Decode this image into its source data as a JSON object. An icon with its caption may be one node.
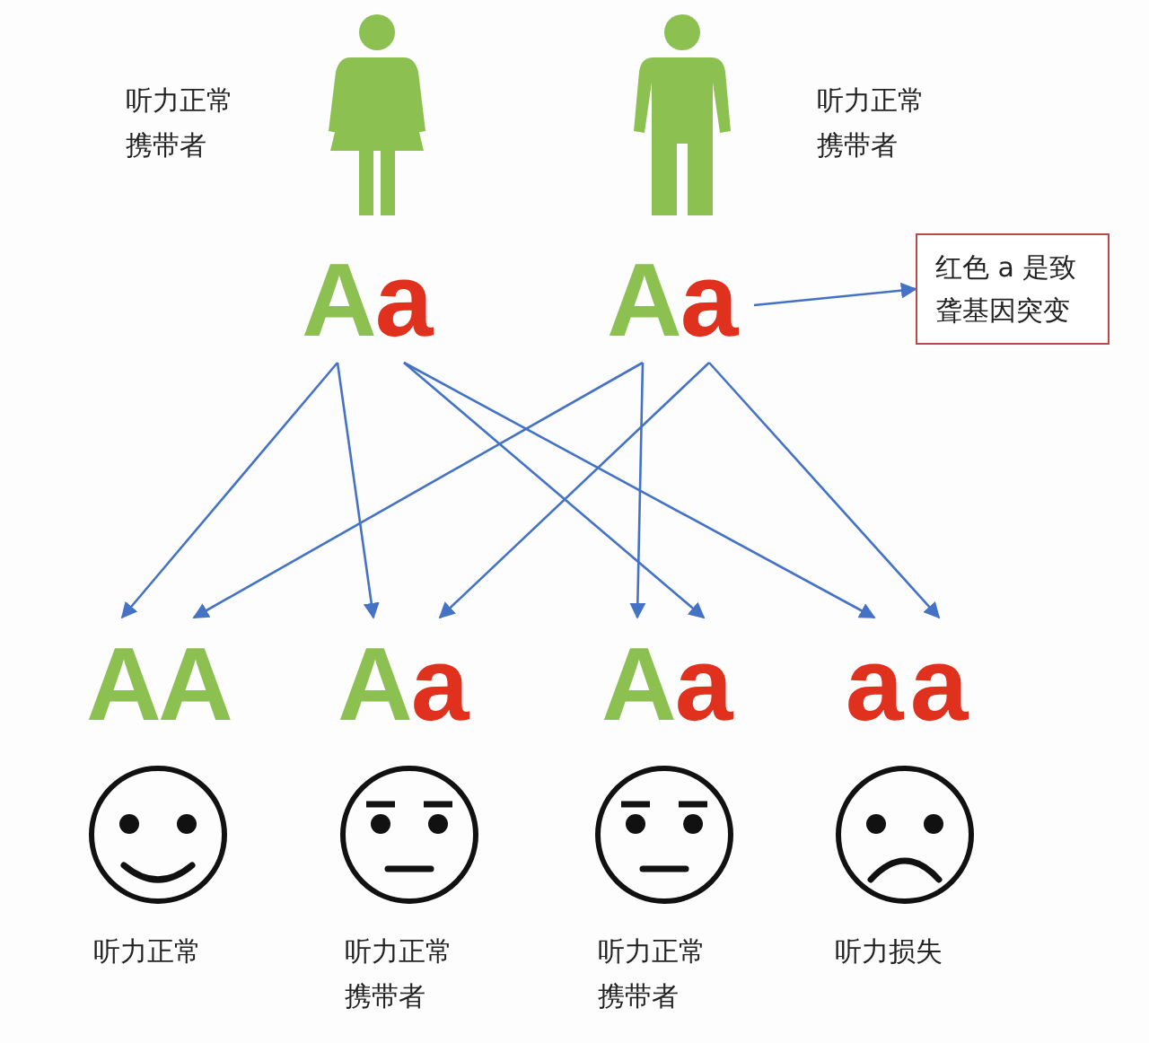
{
  "diagram": {
    "nodes": [
      {
        "text": [
          "A"
        ]
      },
      {
        "text": [
          "a"
        ]
      },
      {
        "text": [
          "A"
        ]
      },
      {
        "text": [
          "a"
        ]
      },
      {
        "text": [
          "红色 a 是致聋基因突变"
        ]
      },
      {
        "text": [
          "A"
        ]
      },
      {
        "text": [
          "A"
        ]
      },
      {
        "text": [
          "A"
        ]
      },
      {
        "text": [
          "a"
        ]
      },
      {
        "text": [
          "A"
        ]
      },
      {
        "text": [
          "a"
        ]
      },
      {
        "text": [
          "a"
        ]
      },
      {
        "text": [
          "a"
        ]
      }
    ],
    "edges": [
      {
        "from": 0,
        "to": 5,
        "arrow": "to"
      },
      {
        "from": 0,
        "to": 7,
        "arrow": "to"
      },
      {
        "from": 1,
        "to": 10,
        "arrow": "to"
      },
      {
        "from": 1,
        "to": 11,
        "arrow": "to"
      },
      {
        "from": 2,
        "to": 6,
        "arrow": "to"
      },
      {
        "from": 2,
        "to": 9,
        "arrow": "to"
      },
      {
        "from": 3,
        "to": 8,
        "arrow": "to"
      },
      {
        "from": 3,
        "to": 12,
        "arrow": "to"
      },
      {
        "from": 3,
        "to": 4,
        "arrow": "to"
      }
    ],
    "labels": [
      "听力正常携带者",
      "听力正常携带者",
      "听力正常",
      "听力正常携带者",
      "听力正常携带者",
      "听力损失"
    ]
  }
}
